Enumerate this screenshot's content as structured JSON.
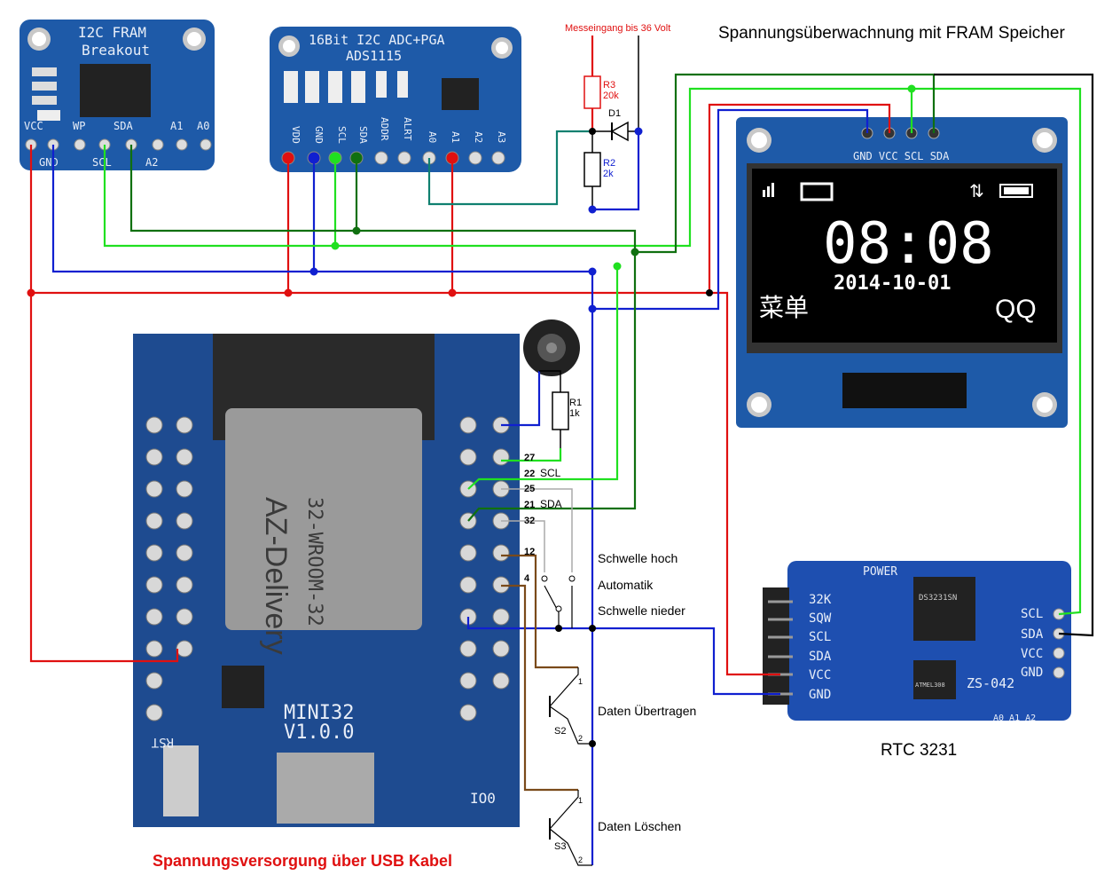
{
  "title": "Spannungsüberwachnung mit FRAM Speicher",
  "footer": "Spannungsversorgung über USB Kabel",
  "rtc_caption": "RTC 3231",
  "input_label": "Messeingang bis 36 Volt",
  "colors": {
    "board_blue": "#1a4f9c",
    "wire_red": "#e01010",
    "wire_blue": "#1020d0",
    "wire_lightgreen": "#20e020",
    "wire_darkgreen": "#107010",
    "wire_teal": "#108070",
    "wire_black": "#000000",
    "wire_brown": "#7a4a1a",
    "wire_gray": "#aaaaaa"
  },
  "fram": {
    "title1": "I2C FRAM",
    "title2": "Breakout",
    "pins_top": [
      "VCC",
      "WP",
      "SDA",
      "A1",
      "A0"
    ],
    "pins_bottom": [
      "GND",
      "SCL",
      "A2"
    ]
  },
  "adc": {
    "title1": "16Bit I2C ADC+PGA",
    "title2": "ADS1115",
    "pins": [
      "VDD",
      "GND",
      "SCL",
      "SDA",
      "ADDR",
      "ALRT",
      "A0",
      "A1",
      "A2",
      "A3"
    ]
  },
  "resistors": {
    "r3_name": "R3",
    "r3_value": "20k",
    "r2_name": "R2",
    "r2_value": "2k",
    "r1_name": "R1",
    "r1_value": "1k",
    "d1_name": "D1"
  },
  "oled": {
    "pins": "GND VCC SCL SDA",
    "time": "08:08",
    "date": "2014-10-01",
    "menu": "菜单",
    "qq": "QQ"
  },
  "esp": {
    "module_brand": "AZ-Delivery",
    "module_name": "32-WROOM-32",
    "board_name": "MINI32",
    "board_version": "V1.0.0",
    "rst": "RST",
    "io0": "IO0",
    "pin_labels": {
      "p27": "27",
      "p22": "22",
      "p22_name": "SCL",
      "p25": "25",
      "p21": "21",
      "p21_name": "SDA",
      "p32": "32",
      "p12": "12",
      "p4": "4"
    }
  },
  "switches": {
    "schwelle_hoch": "Schwelle hoch",
    "automatik": "Automatik",
    "schwelle_nieder": "Schwelle nieder",
    "s2_name": "S2",
    "s2_label": "Daten Übertragen",
    "s3_name": "S3",
    "s3_label": "Daten Löschen",
    "pin1": "1",
    "pin2": "2"
  },
  "rtc": {
    "power": "POWER",
    "module": "ZS-042",
    "chip": "DS3231SN",
    "eeprom": "ATMEL308",
    "pins_left": [
      "32K",
      "SQW",
      "SCL",
      "SDA",
      "VCC",
      "GND"
    ],
    "pins_right": [
      "SCL",
      "SDA",
      "VCC",
      "GND"
    ],
    "addr": "A0 A1 A2"
  }
}
